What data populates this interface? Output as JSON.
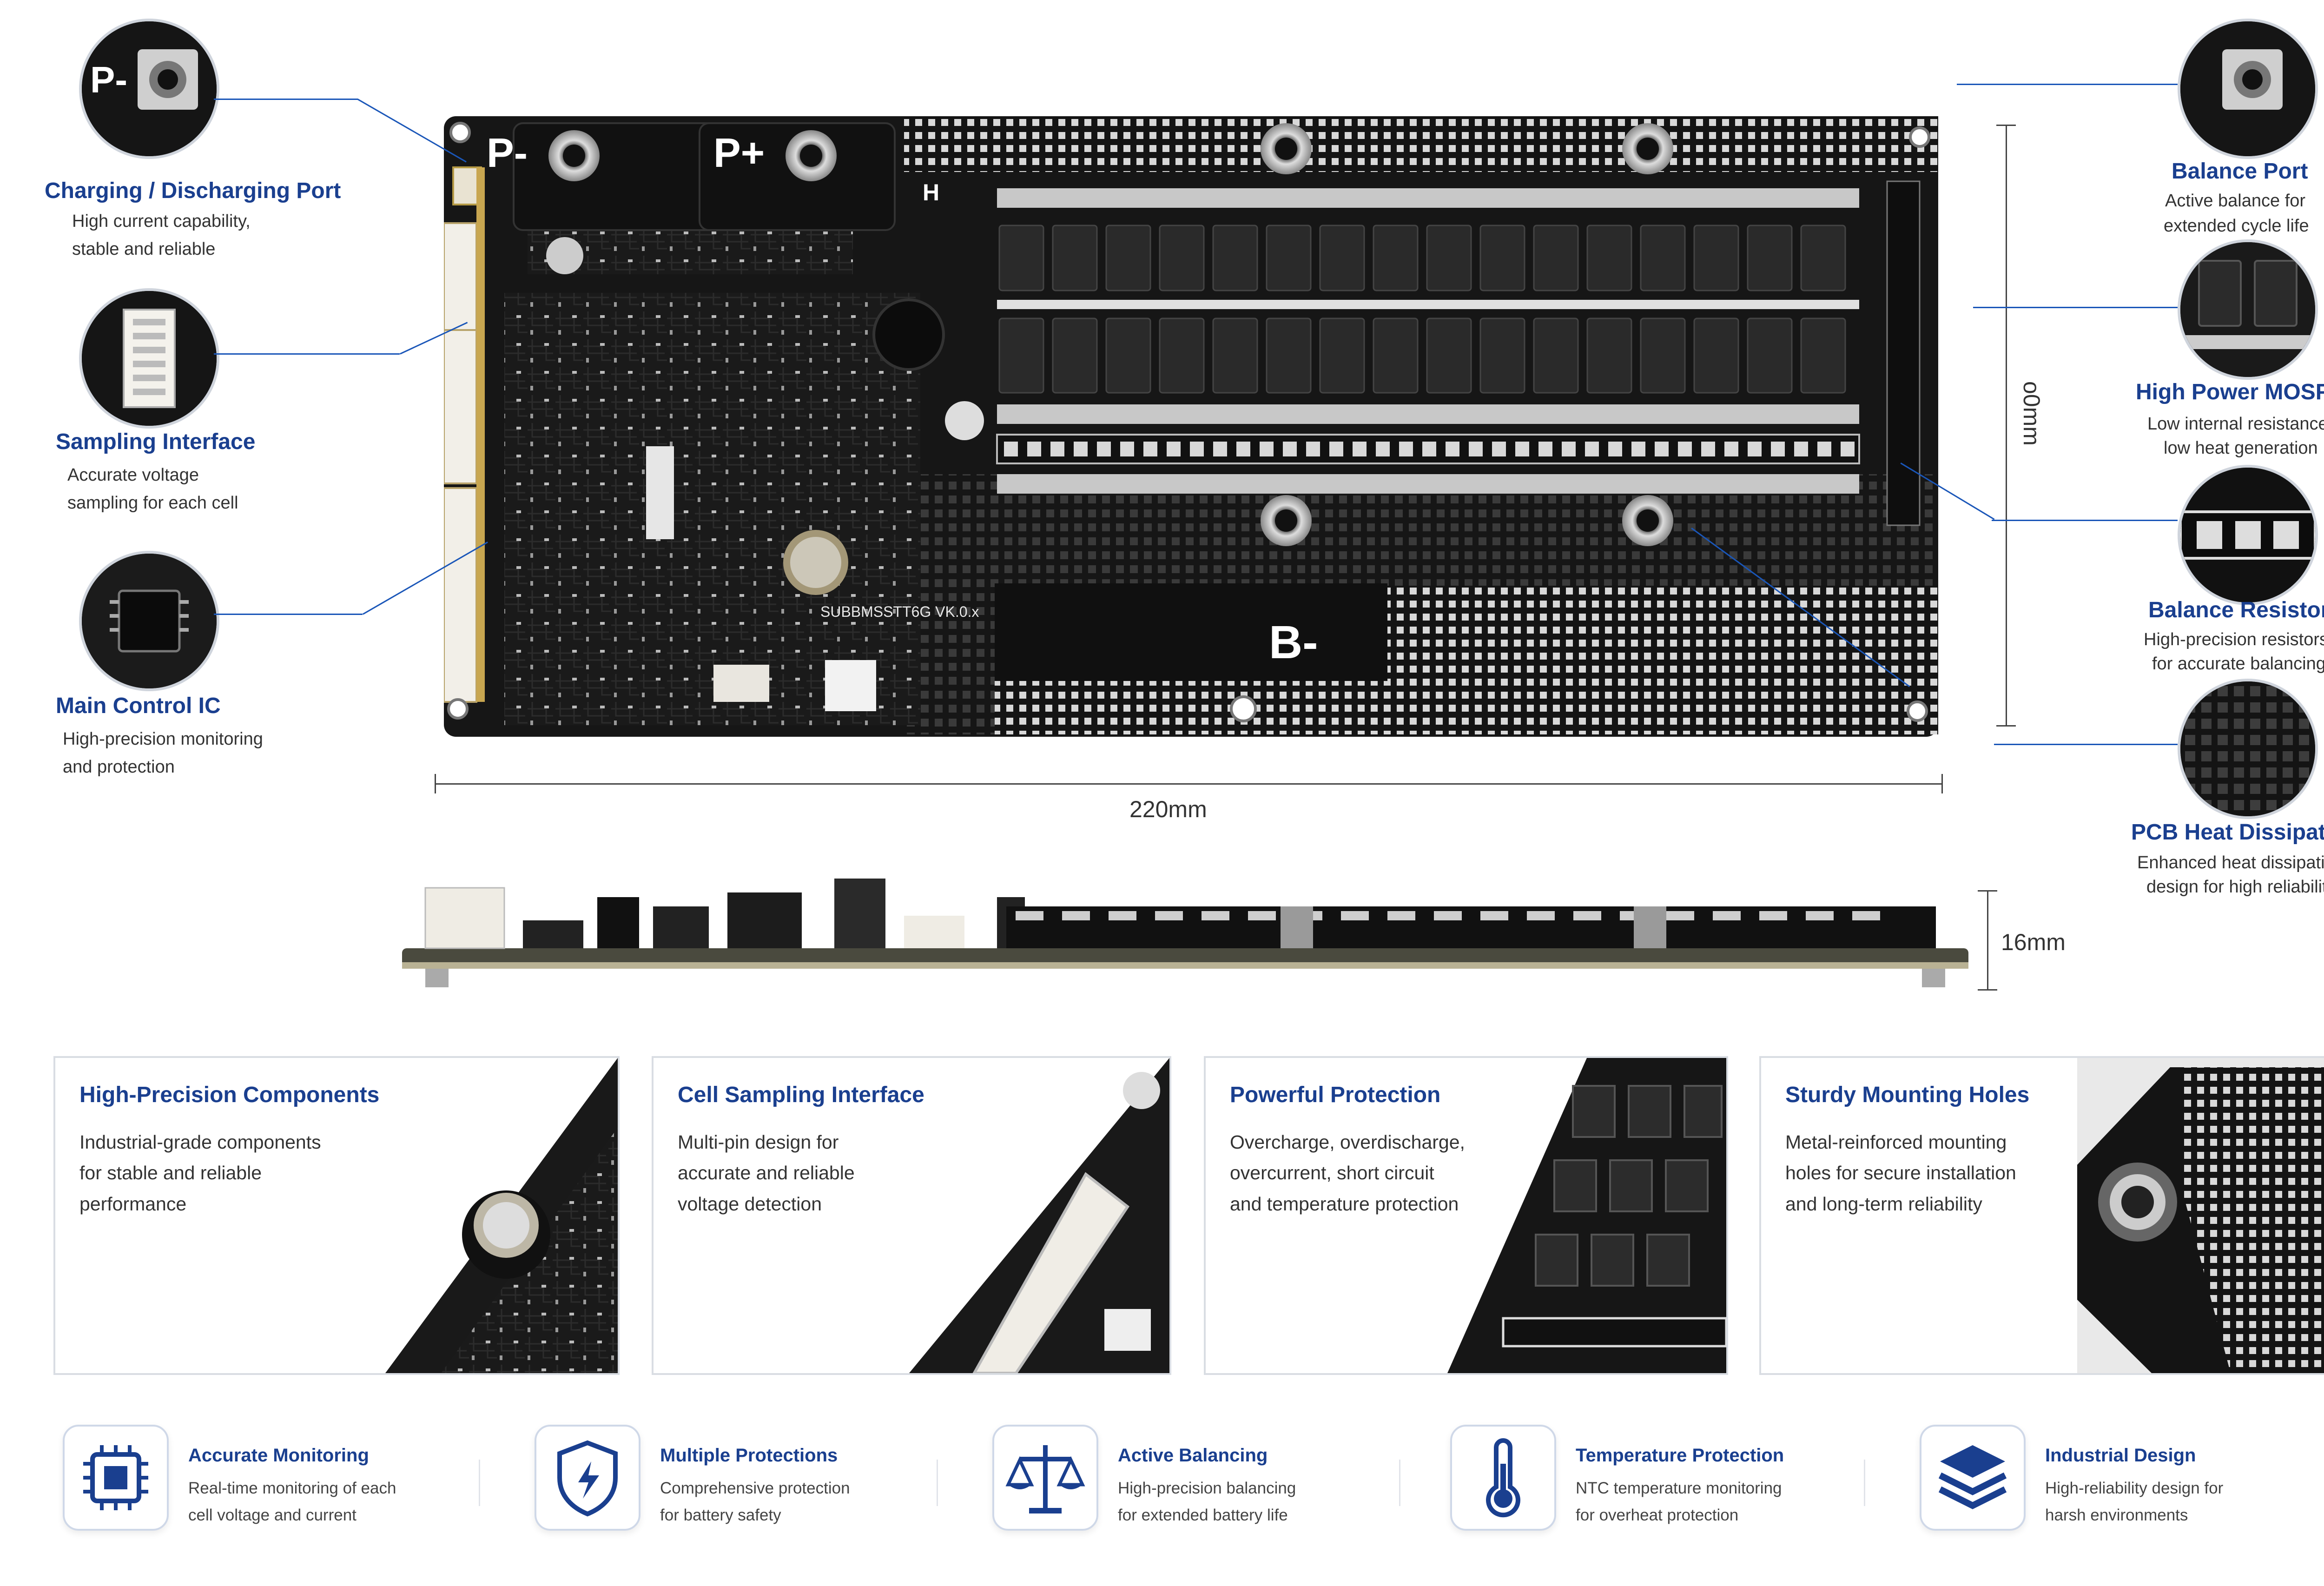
{
  "callouts": {
    "charging_port": {
      "title": "Charging / Discharging Port",
      "desc1": "High current capability,",
      "desc2": "stable and reliable"
    },
    "sampling_interface": {
      "title": "Sampling Interface",
      "desc1": "Accurate voltage",
      "desc2": "sampling for each cell"
    },
    "main_ic": {
      "title": "Main Control IC",
      "desc1": "High-precision monitoring",
      "desc2": "and protection"
    },
    "balance_port": {
      "title": "Balance Port",
      "desc1": "Active balance for",
      "desc2": "extended cycle life"
    },
    "mosfets": {
      "title": "High Power MOSFETs",
      "desc1": "Low internal resistance,",
      "desc2": "low heat generation"
    },
    "balance_resistors": {
      "title": "Balance Resistors",
      "desc1": "High-precision resistors",
      "desc2": "for accurate balancing"
    },
    "heat_dissipation": {
      "title": "PCB Heat Dissipation",
      "desc1": "Enhanced heat dissipation",
      "desc2": "design for high reliability"
    }
  },
  "board": {
    "p_minus": "P-",
    "p_plus": "P+",
    "b_minus": "B-",
    "h_mark": "H",
    "silkscreen": "SUBBMSSTT6G VK.0.x",
    "thumb_p_minus": "P-"
  },
  "dimensions": {
    "width": "220mm",
    "height": "o0mm",
    "thickness": "16mm"
  },
  "cards": [
    {
      "title": "High-Precision Components",
      "lines": [
        "Industrial-grade components",
        "for stable and reliable",
        "performance"
      ]
    },
    {
      "title": "Cell Sampling Interface",
      "lines": [
        "Multi-pin design for",
        "accurate and reliable",
        "voltage detection"
      ]
    },
    {
      "title": "Powerful Protection",
      "lines": [
        "Overcharge, overdischarge,",
        "overcurrent, short circuit",
        "and temperature protection"
      ]
    },
    {
      "title": "Sturdy Mounting Holes",
      "lines": [
        "Metal-reinforced mounting",
        "holes for secure installation",
        "and long-term reliability"
      ]
    }
  ],
  "features": [
    {
      "icon": "chip-icon",
      "title": "Accurate Monitoring",
      "lines": [
        "Real-time monitoring of each",
        "cell voltage and current"
      ]
    },
    {
      "icon": "shield-icon",
      "title": "Multiple Protections",
      "lines": [
        "Comprehensive protection",
        "for battery safety"
      ]
    },
    {
      "icon": "balance-scale-icon",
      "title": "Active Balancing",
      "lines": [
        "High-precision balancing",
        "for extended battery life"
      ]
    },
    {
      "icon": "thermometer-icon",
      "title": "Temperature Protection",
      "lines": [
        "NTC temperature monitoring",
        "for overheat protection"
      ]
    },
    {
      "icon": "layers-icon",
      "title": "Industrial Design",
      "lines": [
        "High-reliability design for",
        "harsh environments"
      ]
    }
  ],
  "colors": {
    "accent": "#1a3f8f",
    "leader": "#1a56b8",
    "pcb": "#161616",
    "background": "#ffffff"
  }
}
